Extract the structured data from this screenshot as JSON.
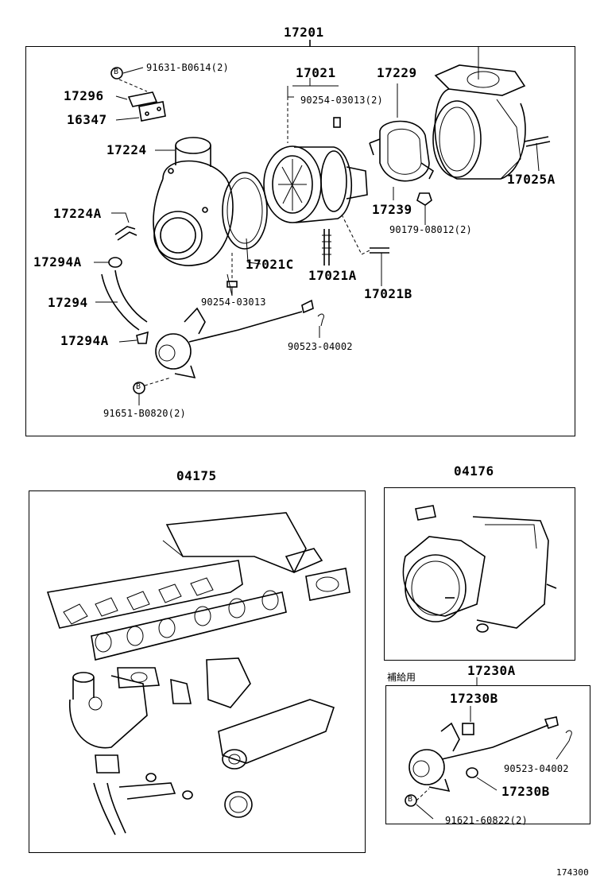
{
  "sections": {
    "top": {
      "code": "17201",
      "labels": {
        "p91631": "91631-B0614(2)",
        "p17296": "17296",
        "p16347": "16347",
        "p17224": "17224",
        "p17224A": "17224A",
        "p17294A_1": "17294A",
        "p17294": "17294",
        "p17294A_2": "17294A",
        "p91651": "91651-B0820(2)",
        "p17021": "17021",
        "p90254a": "90254-03013(2)",
        "p17229": "17229",
        "p17025A": "17025A",
        "p17239": "17239",
        "p90179": "90179-08012(2)",
        "p17021C": "17021C",
        "p17021A": "17021A",
        "p17021B": "17021B",
        "p90254b": "90254-03013",
        "p90523": "90523-04002"
      },
      "bubble": "B"
    },
    "left_bottom": {
      "code": "04175"
    },
    "right_mid": {
      "code": "04176"
    },
    "right_bottom": {
      "code": "17230A",
      "note": "補給用",
      "labels": {
        "p17230B_1": "17230B",
        "p90523": "90523-04002",
        "p17230B_2": "17230B",
        "p91621": "91621-60822(2)"
      },
      "bubble": "B"
    }
  },
  "footer_code": "174300"
}
